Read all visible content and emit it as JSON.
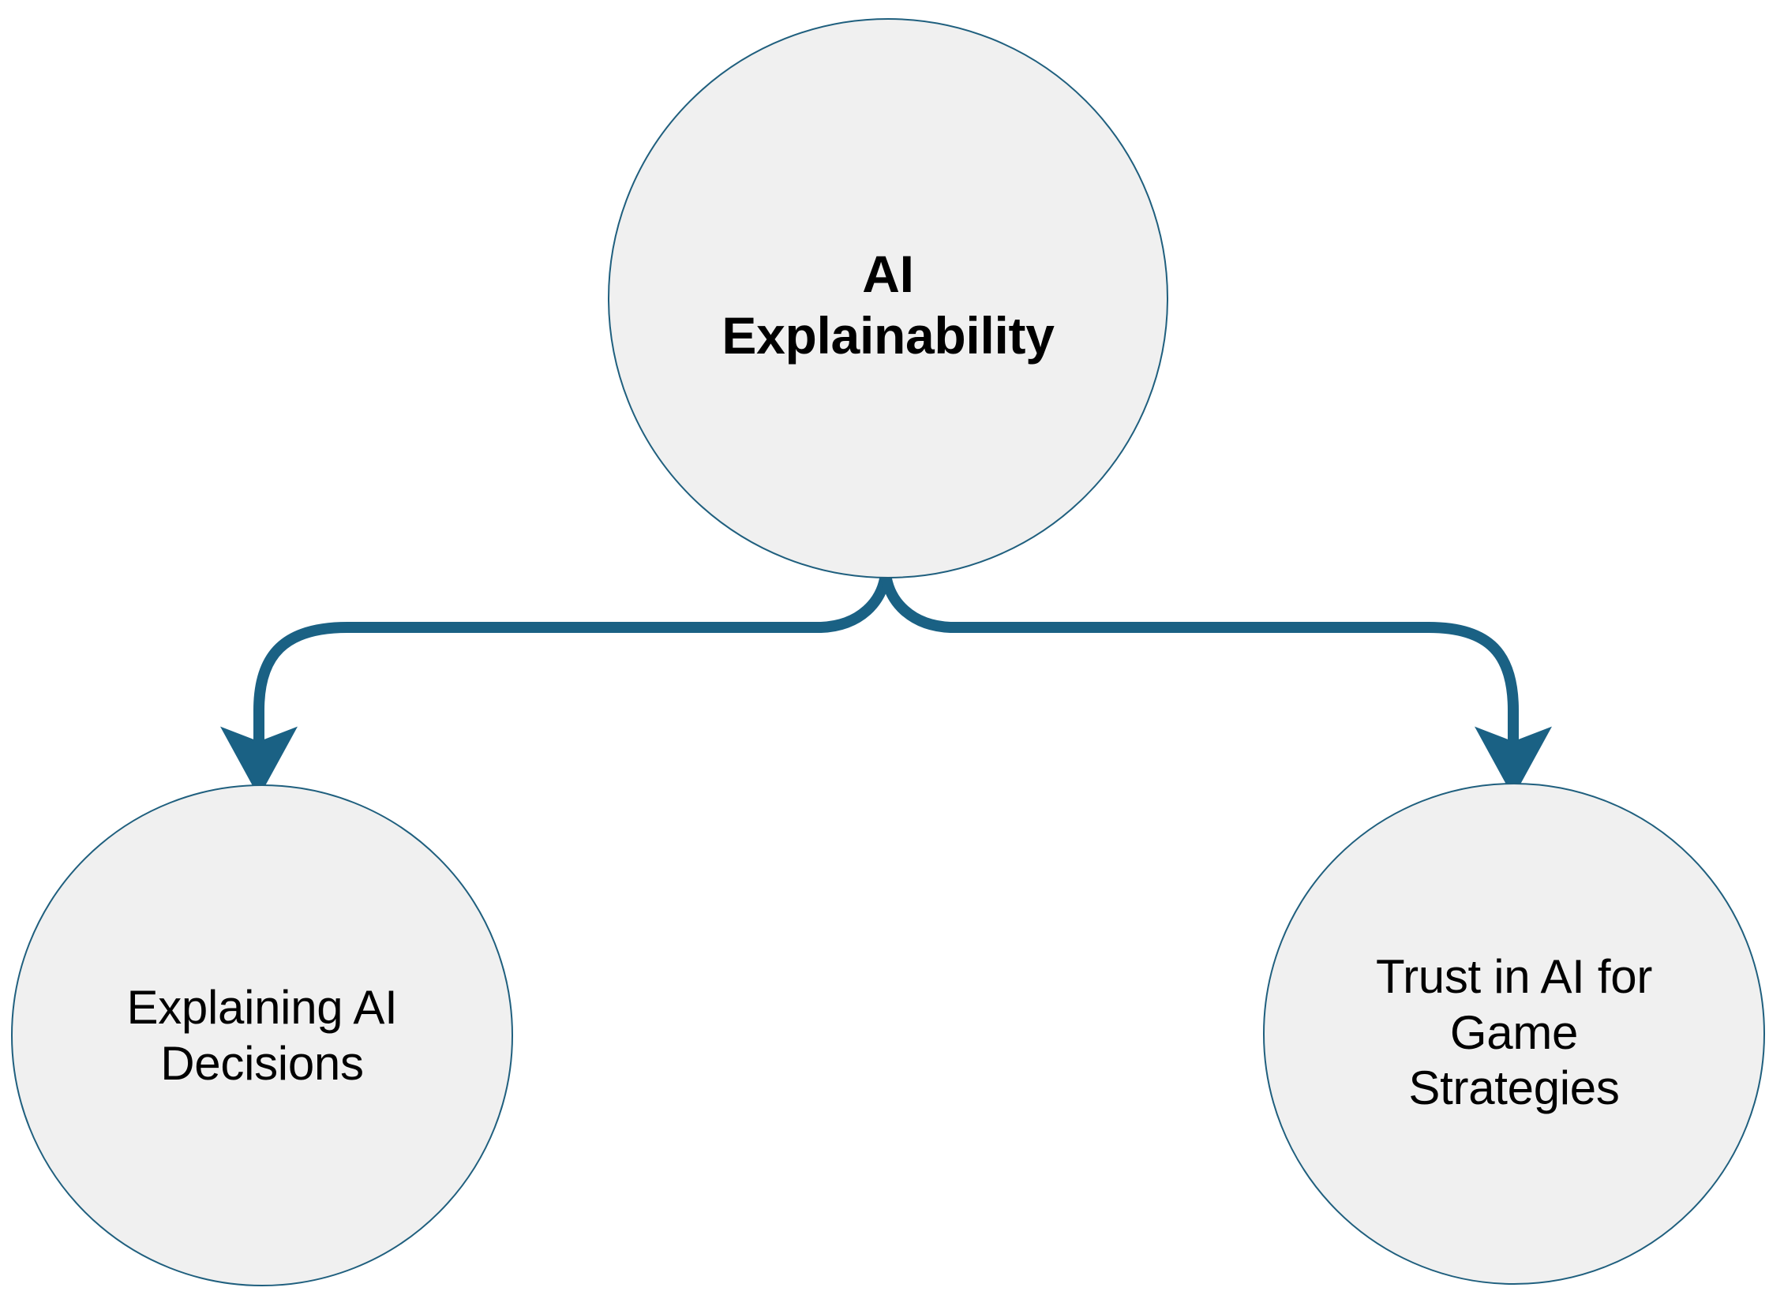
{
  "diagram": {
    "type": "hierarchy-tree",
    "background_color": "#FFFFFF",
    "node_fill_color": "#F0F0F0",
    "node_border_color": "#1F5F7E",
    "connector_color": "#1A6184",
    "text_color": "#000000",
    "nodes": [
      {
        "id": "root",
        "label": "AI\nExplainability",
        "shape": "circle",
        "emphasis": "bold"
      },
      {
        "id": "explaining",
        "label": "Explaining AI\nDecisions",
        "shape": "circle",
        "emphasis": "regular"
      },
      {
        "id": "trust",
        "label": "Trust in AI for\nGame\nStrategies",
        "shape": "circle",
        "emphasis": "regular"
      }
    ],
    "edges": [
      {
        "id": "root-to-explaining",
        "from": "root",
        "to": "explaining",
        "arrow": "end"
      },
      {
        "id": "root-to-trust",
        "from": "root",
        "to": "trust",
        "arrow": "end"
      }
    ]
  }
}
